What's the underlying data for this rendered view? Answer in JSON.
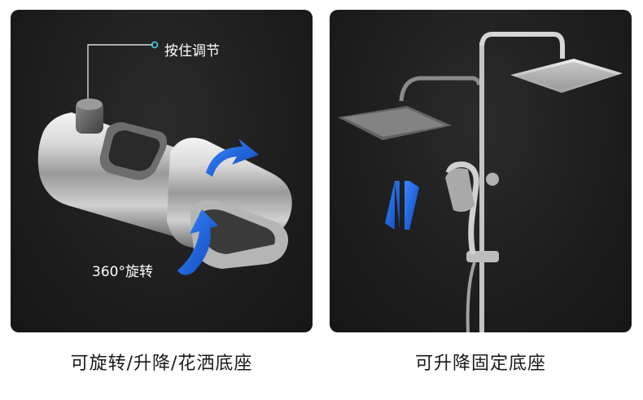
{
  "left_panel": {
    "callout_adjust": "按住调节",
    "callout_rotate": "360°旋转",
    "caption": "可旋转/升降/花洒底座"
  },
  "right_panel": {
    "caption": "可升降固定底座"
  },
  "colors": {
    "panel_bg": "#1e1e1e",
    "arrow_blue": "#1a63d8",
    "callout_dot": "#3fd2e0",
    "chrome": "#c8c8c8"
  },
  "icons": [
    "rotate-arrow-icon",
    "up-down-arrow-icon"
  ]
}
